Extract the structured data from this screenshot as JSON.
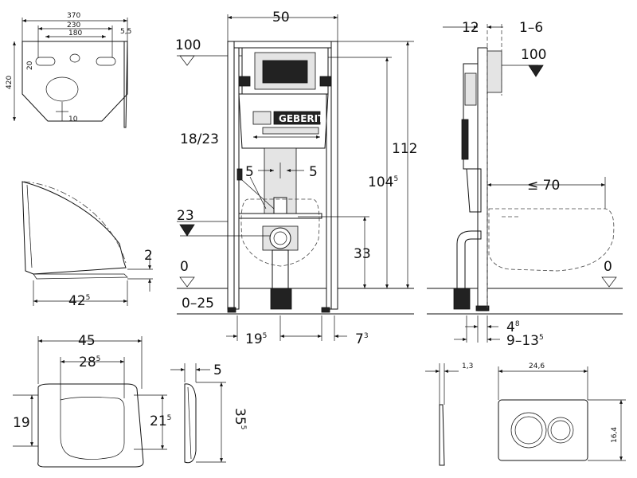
{
  "pad": {
    "width": "370",
    "inner_width": "230",
    "hole_spacing": "180",
    "thickness": "5,5",
    "height": "420",
    "hole_offset": "20",
    "drain": "10"
  },
  "front": {
    "width": "50",
    "level_top": "100",
    "total_height": "112",
    "height_104": "104",
    "sup_5": "5",
    "bracket_spacing": "18/23",
    "offset_left": "5",
    "offset_right": "5",
    "outlet_height": "33",
    "level_23": "23",
    "level_0": "0",
    "floor_range": "0–25",
    "foot_spacing": "19",
    "sup_foot": "5",
    "foot_offset": "7",
    "sup_foot_offset": "3",
    "brand": "GEBERIT"
  },
  "side": {
    "depth_12": "12",
    "range_1_6": "1–6",
    "level_top": "100",
    "projection": "≤ 70",
    "level_0": "0",
    "dim_4": "4",
    "sup_8": "8",
    "range_9_13": "9–13",
    "sup_range": "5"
  },
  "seat_side": {
    "height": "2",
    "depth": "42",
    "sup": "5"
  },
  "seat_top": {
    "width": "45",
    "inner_width": "28",
    "sup_inner": "5",
    "height_19": "19",
    "height_21": "21",
    "sup_21": "5"
  },
  "lid_side": {
    "thickness": "5",
    "length": "35",
    "sup": "5"
  },
  "plate": {
    "depth": "1,3",
    "width": "24,6",
    "height": "16,4"
  }
}
